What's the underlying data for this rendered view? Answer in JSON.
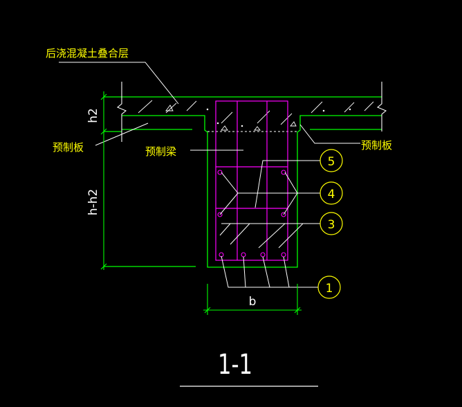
{
  "labels": {
    "topping_layer": "后浇混凝土叠合层",
    "precast_slab_left": "预制板",
    "precast_beam": "预制梁",
    "precast_slab_right": "预制板"
  },
  "dimensions": {
    "h2": "h2",
    "h_minus_h2": "h-h2",
    "b": "b"
  },
  "callouts": [
    "5",
    "4",
    "3",
    "1"
  ],
  "section_title": "1-1",
  "colors": {
    "background": "#000000",
    "outline": "#00ff00",
    "rebar": "#ff00ff",
    "leader": "#ffffff",
    "hatch": "#ffffff",
    "text_yellow": "#ffff00",
    "dimension_white": "#ffffff"
  }
}
